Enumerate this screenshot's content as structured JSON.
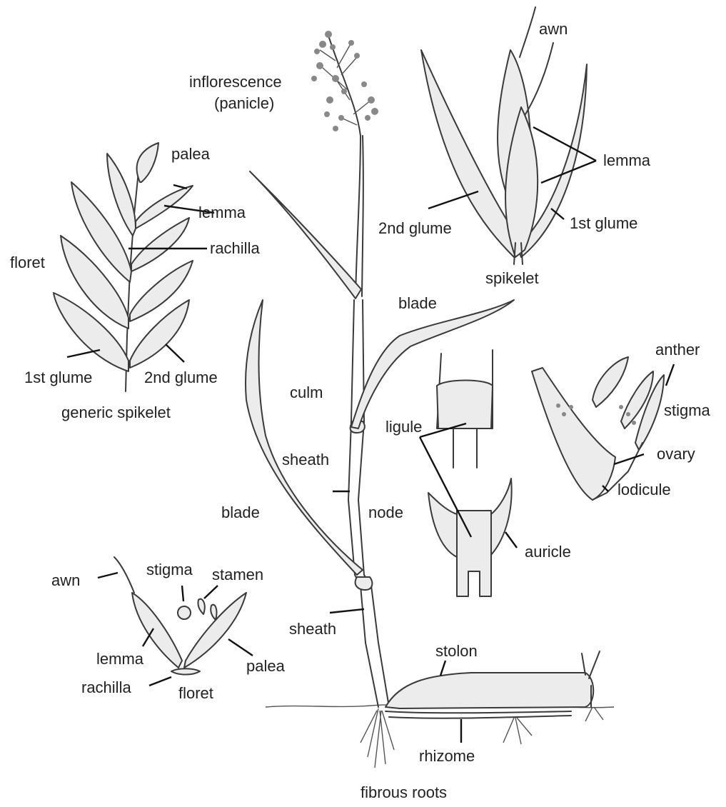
{
  "colors": {
    "line": "#3a3a3a",
    "text": "#222222",
    "leader": "#111111",
    "shade": "#ececec"
  },
  "labels": {
    "awn_top": "awn",
    "inflorescence_1": "inflorescence",
    "inflorescence_2": "(panicle)",
    "lemma_top": "lemma",
    "glume2_top": "2nd glume",
    "glume1_top": "1st glume",
    "spikelet": "spikelet",
    "palea_generic": "palea",
    "lemma_generic": "lemma",
    "rachilla_generic": "rachilla",
    "floret_generic": "floret",
    "glume1_generic": "1st glume",
    "glume2_generic": "2nd glume",
    "generic_spikelet": "generic spikelet",
    "blade_upper": "blade",
    "culm": "culm",
    "ligule": "ligule",
    "sheath_upper": "sheath",
    "blade_lower": "blade",
    "node": "node",
    "auricle": "auricle",
    "anther": "anther",
    "stigma_flower": "stigma",
    "ovary": "ovary",
    "lodicule": "lodicule",
    "awn_floret": "awn",
    "stigma_floret": "stigma",
    "stamen": "stamen",
    "lemma_floret": "lemma",
    "palea_floret": "palea",
    "rachilla_floret": "rachilla",
    "floret_floret": "floret",
    "sheath_lower": "sheath",
    "stolon": "stolon",
    "rhizome": "rhizome",
    "fibrous_roots": "fibrous roots"
  }
}
